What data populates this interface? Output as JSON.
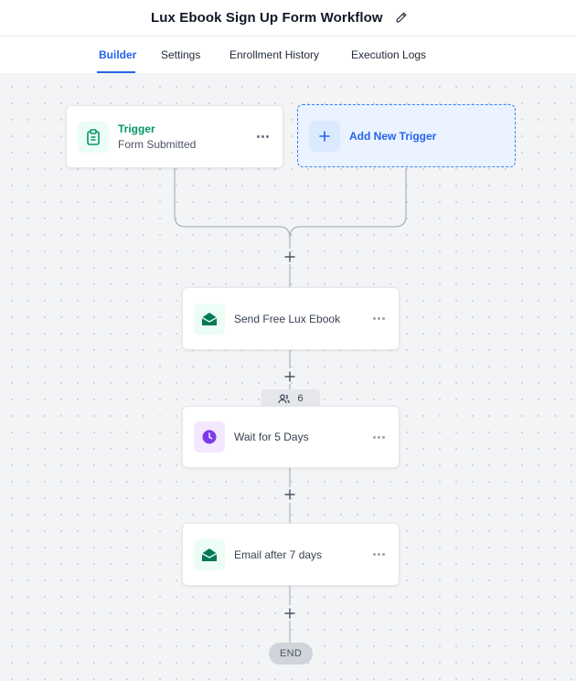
{
  "header": {
    "title": "Lux Ebook Sign Up Form Workflow",
    "edit_icon": "pencil-icon"
  },
  "tabs": [
    {
      "label": "Builder",
      "active": true
    },
    {
      "label": "Settings",
      "active": false
    },
    {
      "label": "Enrollment History",
      "active": false
    },
    {
      "label": "Execution Logs",
      "active": false
    }
  ],
  "trigger": {
    "label": "Trigger",
    "subtitle": "Form Submitted",
    "icon": "clipboard-icon"
  },
  "add_trigger": {
    "label": "Add New Trigger",
    "icon": "plus-icon"
  },
  "steps": [
    {
      "label": "Send Free Lux Ebook",
      "icon": "envelope-open-icon"
    },
    {
      "label": "Wait for 5 Days",
      "icon": "clock-icon",
      "enrolled_count": "6"
    },
    {
      "label": "Email after 7 days",
      "icon": "envelope-open-icon"
    }
  ],
  "end": {
    "label": "END"
  },
  "colors": {
    "accent": "#2563eb",
    "trigger_green": "#059669",
    "email_green": "#047857",
    "wait_purple": "#7c3aed",
    "canvas_bg": "#f3f4f6"
  }
}
